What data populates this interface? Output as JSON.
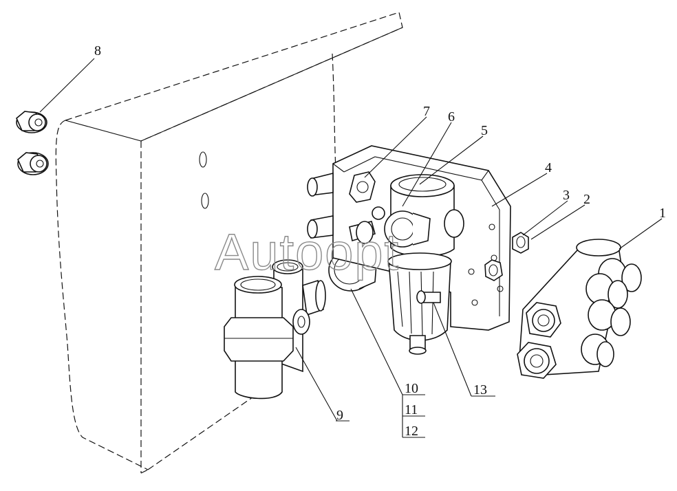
{
  "watermark": "Autoopt",
  "callouts": {
    "c1": "1",
    "c2": "2",
    "c3": "3",
    "c4": "4",
    "c5": "5",
    "c6": "6",
    "c7": "7",
    "c8": "8",
    "c9": "9",
    "c10": "10",
    "c11": "11",
    "c12": "12",
    "c13": "13"
  }
}
